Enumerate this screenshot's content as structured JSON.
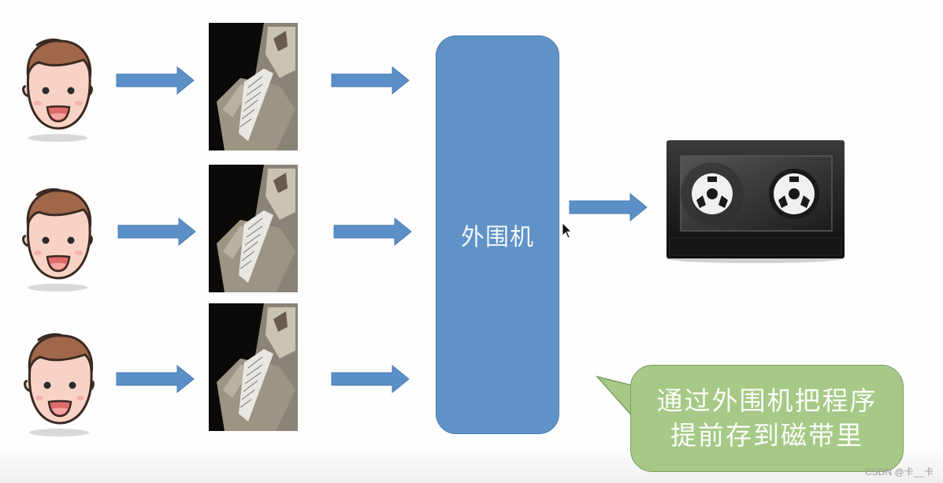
{
  "diagram": {
    "users": [
      {
        "label": "user-1"
      },
      {
        "label": "user-2"
      },
      {
        "label": "user-3"
      }
    ],
    "punch_card_machines": [
      {
        "label": "punch-card-1"
      },
      {
        "label": "punch-card-2"
      },
      {
        "label": "punch-card-3"
      }
    ],
    "peripheral": {
      "label": "外围机"
    },
    "tape_device": {
      "label": "magnetic-tape"
    },
    "callout": {
      "line1": "通过外围机把程序",
      "line2": "提前存到磁带里"
    },
    "colors": {
      "arrow": "#5b8fc7",
      "hub": "#5f92c6",
      "callout": "#a6c987",
      "tape": "#1a1a1a"
    }
  },
  "watermark": "CSDN @卡__卡"
}
